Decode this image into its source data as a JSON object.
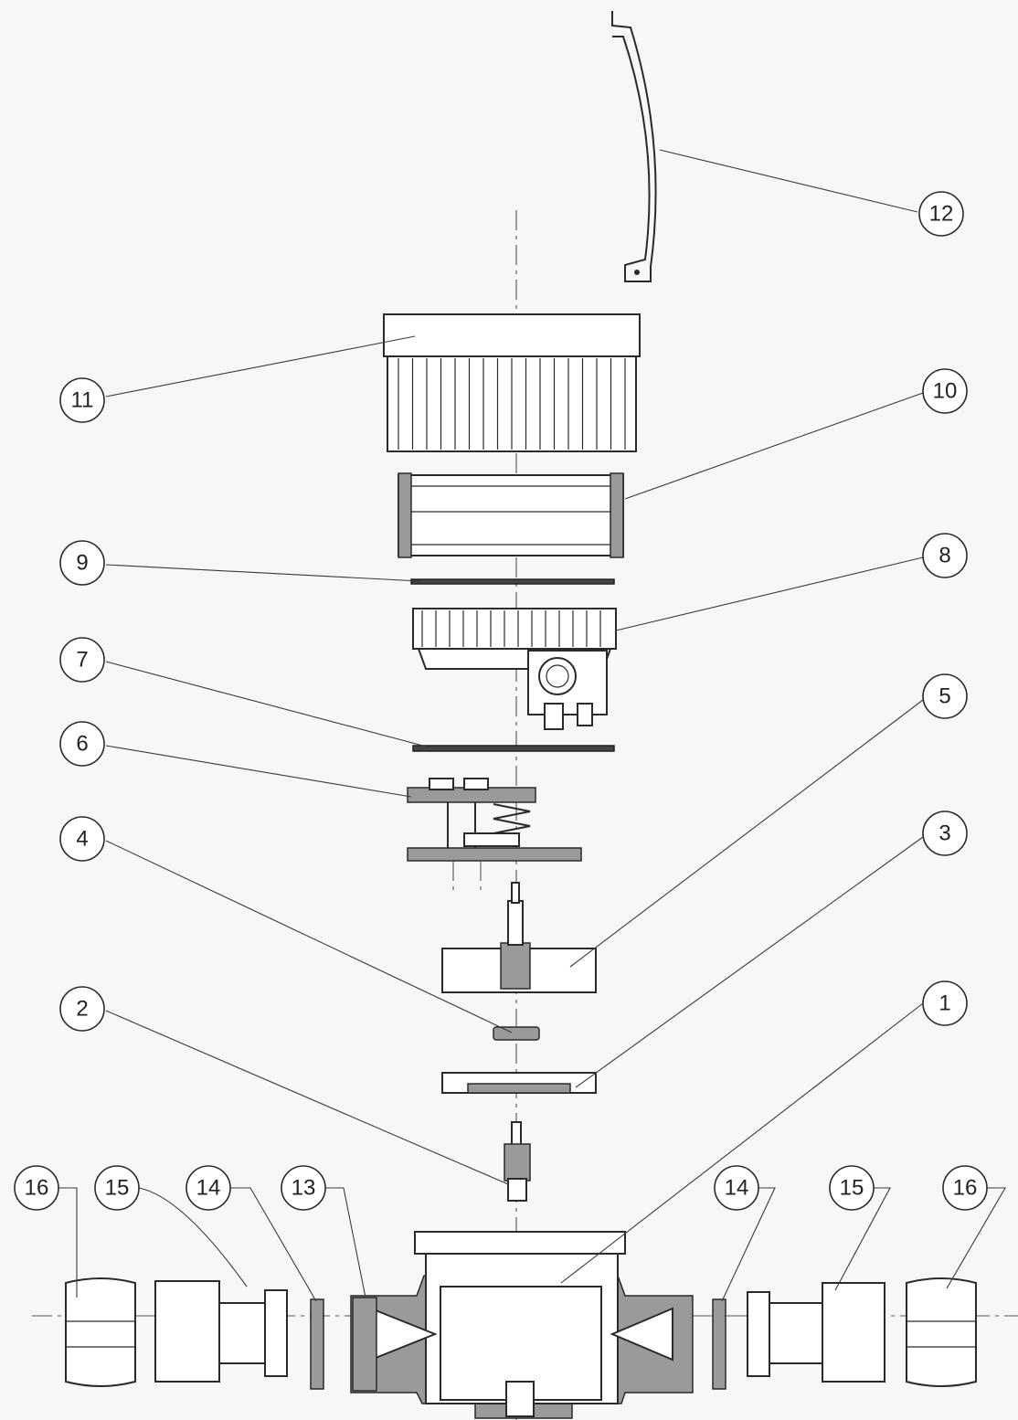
{
  "callouts": [
    {
      "id": "c1",
      "label": "1"
    },
    {
      "id": "c2",
      "label": "2"
    },
    {
      "id": "c3",
      "label": "3"
    },
    {
      "id": "c4",
      "label": "4"
    },
    {
      "id": "c5",
      "label": "5"
    },
    {
      "id": "c6",
      "label": "6"
    },
    {
      "id": "c7",
      "label": "7"
    },
    {
      "id": "c8",
      "label": "8"
    },
    {
      "id": "c9",
      "label": "9"
    },
    {
      "id": "c10",
      "label": "10"
    },
    {
      "id": "c11",
      "label": "11"
    },
    {
      "id": "c12",
      "label": "12"
    },
    {
      "id": "c13",
      "label": "13"
    },
    {
      "id": "c14a",
      "label": "14"
    },
    {
      "id": "c14b",
      "label": "14"
    },
    {
      "id": "c15a",
      "label": "15"
    },
    {
      "id": "c15b",
      "label": "15"
    },
    {
      "id": "c16a",
      "label": "16"
    },
    {
      "id": "c16b",
      "label": "16"
    }
  ]
}
